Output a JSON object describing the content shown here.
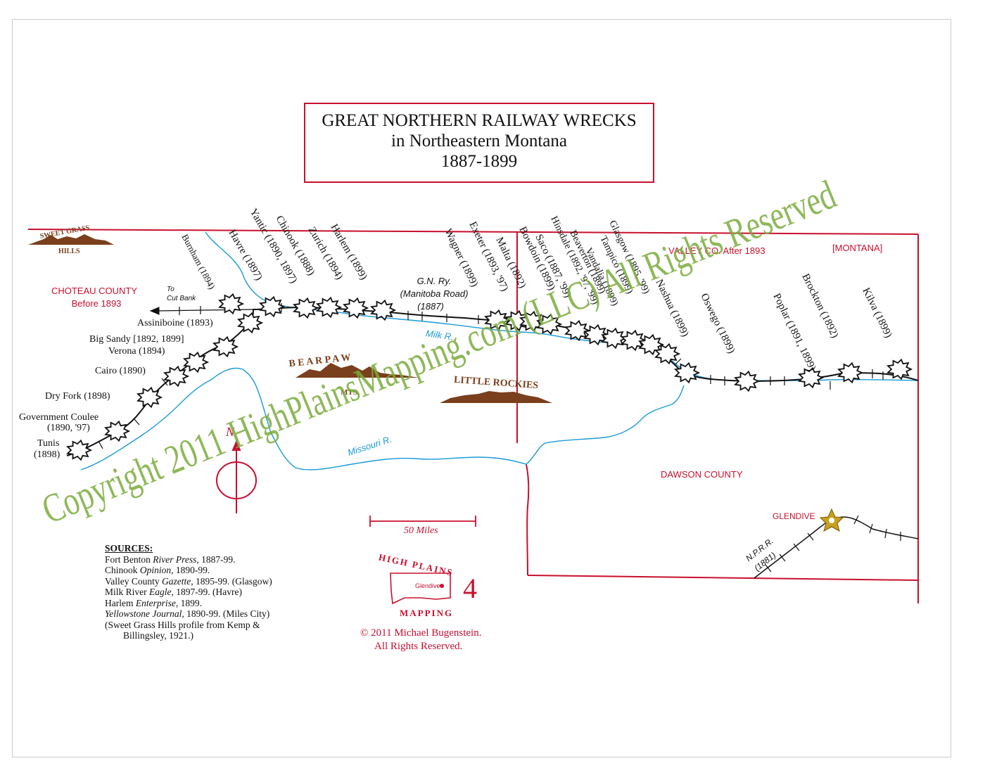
{
  "title": {
    "line1": "GREAT NORTHERN RAILWAY WRECKS",
    "line2": "in Northeastern Montana",
    "line3": "1887-1899"
  },
  "regions": {
    "choteau_1": "CHOTEAU COUNTY",
    "choteau_2": "Before 1893",
    "valley": "VALLEY CO.  After 1893",
    "montana": "[MONTANA]",
    "dawson": "DAWSON COUNTY",
    "glendive": "GLENDIVE"
  },
  "features": {
    "sweet_grass_1": "SWEET GRASS",
    "sweet_grass_2": "HILLS",
    "bear_paw_1": "B E A R   P A W",
    "bear_paw_2": "MTS.",
    "little_rockies": "LITTLE ROCKIES",
    "missouri": "Missouri R.",
    "milk": "Milk R.",
    "to_cut_bank_1": "To",
    "to_cut_bank_2": "Cut Bank",
    "gn_ry_1": "G.N. Ry.",
    "gn_ry_2": "(Manitoba Road)",
    "gn_ry_3": "(1887)",
    "nprr_1": "N.P.R.R.",
    "nprr_2": "(1881)",
    "north": "N"
  },
  "wrecks_left": [
    "Assiniboine (1893)",
    "Big Sandy [1892, 1899]",
    "Verona  (1894)",
    "Cairo  (1890)",
    "Dry Fork  (1898)",
    "Government Coulee",
    "(1890, '97)",
    "Tunis",
    "(1898)"
  ],
  "wrecks_rotated": [
    "Burnham (1894)",
    "Havre (1897)",
    "Yantic (1890, 1897)",
    "Chinook (1888)",
    "Zurich (1894)",
    "Harlem (1899)",
    "Wagner (1899)",
    "Exeter (1893, '97)",
    "Malta (1892)",
    "Bowdoin (1899)",
    "Saco (1887, '99)",
    "Hinsdale (1892, '97, '99)",
    "Beaverton (1899)",
    "Vandalia (1899)",
    "Tampico (1899)",
    "Glasgow (1895, '99)",
    "Nashua (1899)",
    "Oswego (1899)",
    "Poplar (1891, 1899)",
    "Brockton (1892)",
    "Kilva (1899)"
  ],
  "scale": "50 Miles",
  "logo": {
    "top": "HIGH PLAINS",
    "bottom": "MAPPING",
    "city": "Glendive",
    "number": "4"
  },
  "sources": {
    "heading": "SOURCES:",
    "lines": [
      [
        "Fort Benton ",
        "River Press",
        ", 1887-99."
      ],
      [
        "Chinook ",
        "Opinion",
        ", 1890-99."
      ],
      [
        "Valley County ",
        "Gazette",
        ", 1895-99. (Glasgow)"
      ],
      [
        "Milk River ",
        "Eagle",
        ", 1897-99. (Havre)"
      ],
      [
        "Harlem ",
        "Enterprise",
        ", 1899."
      ],
      [
        "",
        "Yellowstone Journal",
        ", 1890-99. (Miles City)"
      ]
    ],
    "last1": "(Sweet Grass Hills profile from Kemp &",
    "last2": "Billingsley, 1921.)"
  },
  "credit": {
    "line1": "© 2011 Michael Bugenstein.",
    "line2": "All Rights Reserved."
  },
  "watermark": "Copyright 2011  HighPlainsMapping.com (LLC) All Rights Reserved",
  "colors": {
    "border": "#c8102e",
    "river": "#1a9bd7",
    "mountain": "#7a3f1c",
    "watermark": "#7aab3c"
  }
}
